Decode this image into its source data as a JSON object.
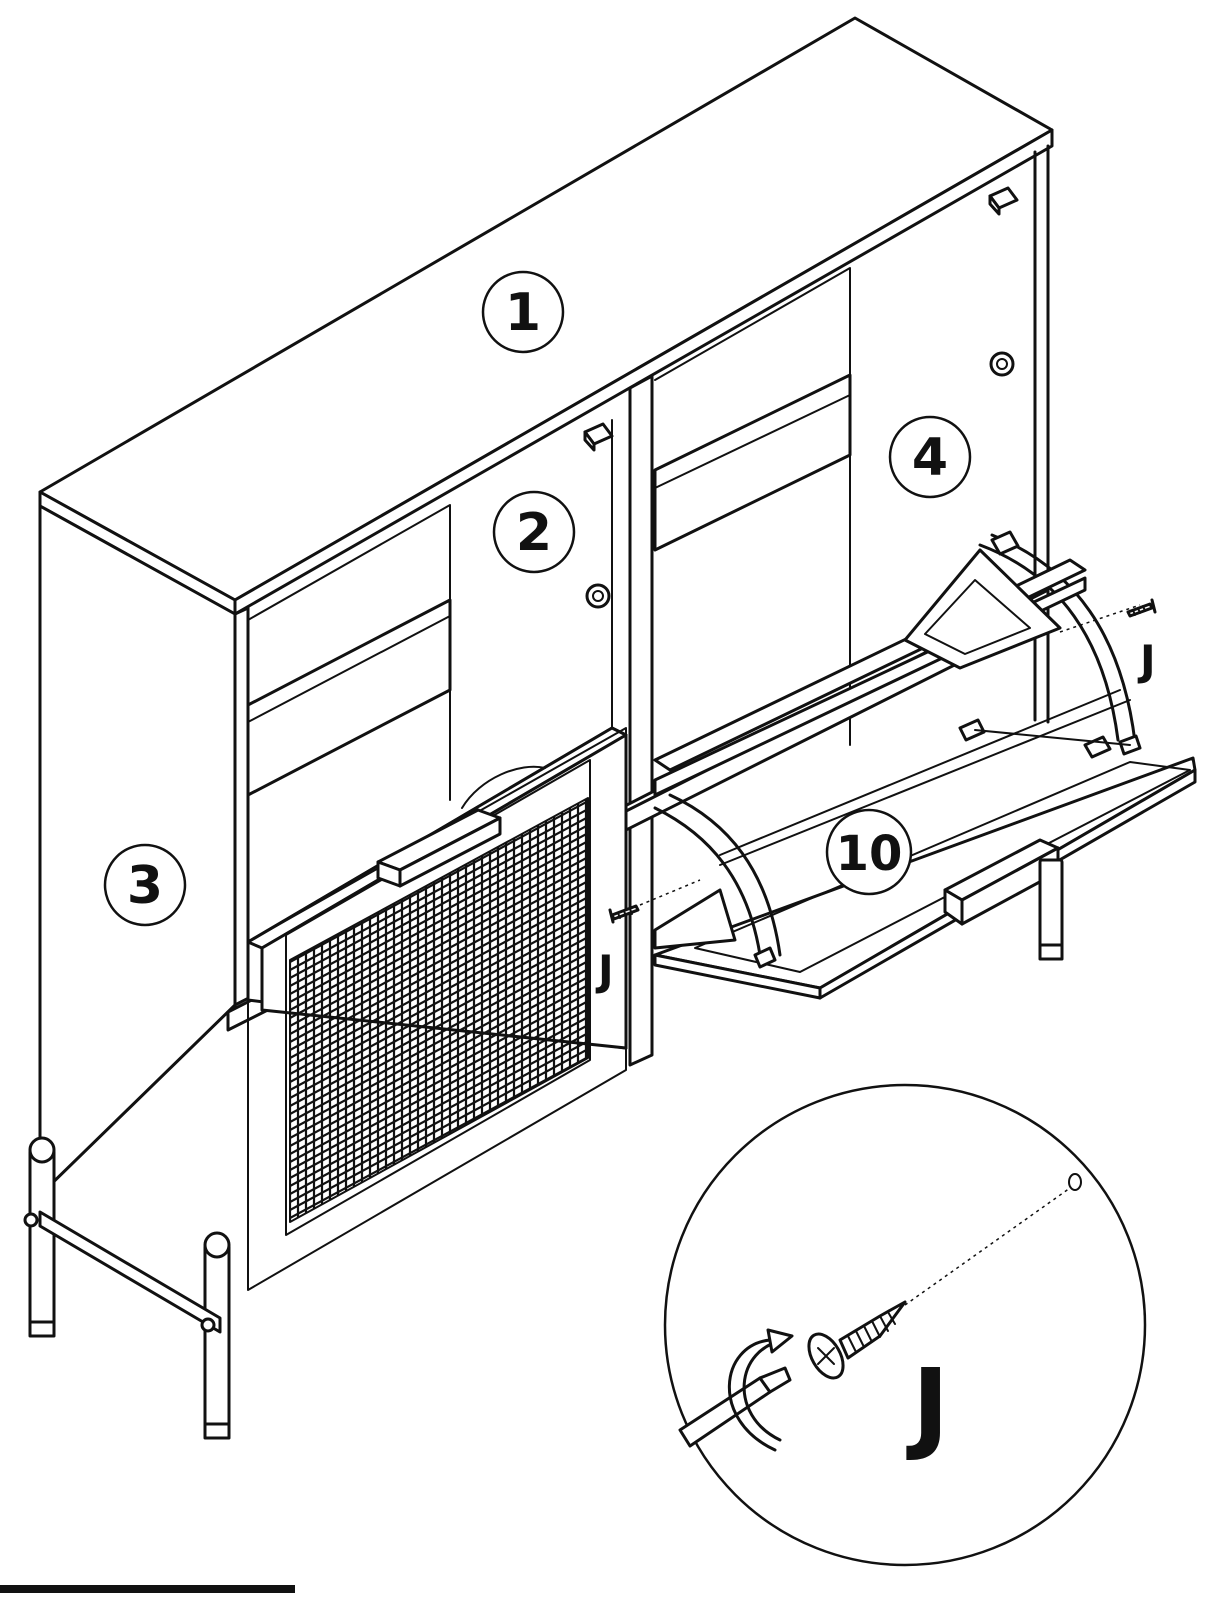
{
  "diagram": {
    "part_labels": {
      "part_1": "1",
      "part_2": "2",
      "part_3": "3",
      "part_4": "4",
      "part_10": "10"
    },
    "screw_labels": {
      "screw_right": "J",
      "screw_left": "J",
      "screw_detail": "J"
    },
    "colors": {
      "line": "#111111",
      "background": "#ffffff"
    },
    "icons": [
      "screw-icon",
      "screwdriver-icon",
      "rotate-arrow-icon"
    ]
  }
}
